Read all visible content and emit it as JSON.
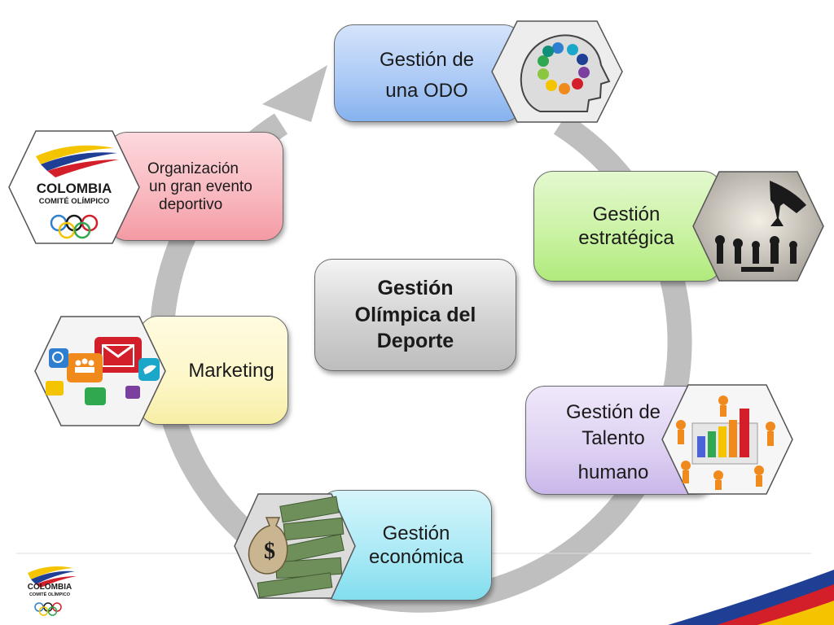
{
  "center": {
    "line1": "Gestión",
    "line2": "Olímpica del",
    "line3": "Deporte"
  },
  "nodes": {
    "odo": {
      "line1": "Gestión de",
      "line2": "una ODO",
      "fill": "#a9c8f5",
      "icon": "lightbulb-head-icon"
    },
    "estrategica": {
      "line1": "Gestión",
      "line2": "estratégica",
      "fill": "#c8f2a0",
      "icon": "chess-hand-icon"
    },
    "talento": {
      "line1": "Gestión de",
      "line2": "Talento",
      "line3": "humano",
      "fill": "#ddd0f2",
      "icon": "team-chart-icon"
    },
    "economica": {
      "line1": "Gestión",
      "line2": "económica",
      "fill": "#a8e9f5",
      "icon": "money-bag-icon"
    },
    "marketing": {
      "line1": "Marketing",
      "fill": "#fdf7c8",
      "icon": "social-media-icon"
    },
    "evento": {
      "line1": "Organización",
      "line2": "un gran evento",
      "line3": "deportivo",
      "fill": "#f8b7be",
      "icon": "colombia-olympic-logo"
    }
  },
  "logo": {
    "brand": "COLOMBIA",
    "committee": "COMITÉ OLÍMPICO"
  },
  "colors": {
    "ring": "#bfbfbf",
    "flag_yellow": "#f5c400",
    "flag_blue": "#1f3f95",
    "flag_red": "#d31f2a"
  }
}
